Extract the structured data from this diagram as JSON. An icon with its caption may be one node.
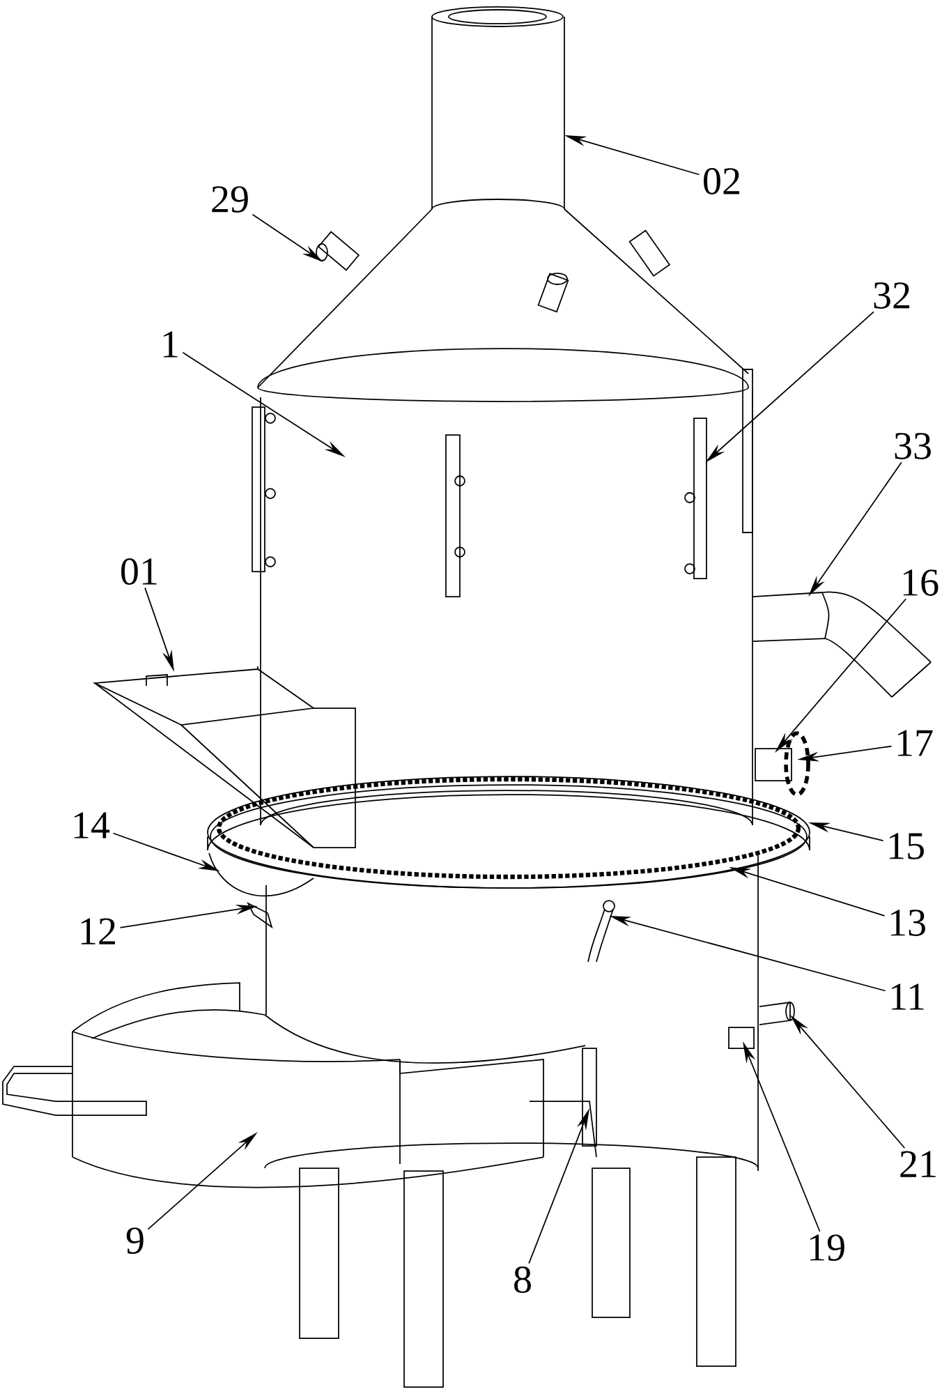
{
  "diagram": {
    "nodes": [
      {
        "text": [
          "02"
        ]
      },
      {
        "text": [
          "29"
        ]
      },
      {
        "text": [
          "32"
        ]
      },
      {
        "text": [
          "1"
        ]
      },
      {
        "text": [
          "33"
        ]
      },
      {
        "text": [
          "16"
        ]
      },
      {
        "text": [
          "01"
        ]
      },
      {
        "text": [
          "17"
        ]
      },
      {
        "text": [
          "14"
        ]
      },
      {
        "text": [
          "15"
        ]
      },
      {
        "text": [
          "12"
        ]
      },
      {
        "text": [
          "13"
        ]
      },
      {
        "text": [
          "11"
        ]
      },
      {
        "text": [
          "21"
        ]
      },
      {
        "text": [
          "19"
        ]
      },
      {
        "text": [
          "9"
        ]
      },
      {
        "text": [
          "8"
        ]
      }
    ],
    "edges": [
      {
        "from": 0,
        "to": null,
        "arrow": "to"
      },
      {
        "from": 1,
        "to": null,
        "arrow": "to"
      },
      {
        "from": 2,
        "to": null,
        "arrow": "to"
      },
      {
        "from": 3,
        "to": null,
        "arrow": "to"
      },
      {
        "from": 4,
        "to": null,
        "arrow": "to"
      },
      {
        "from": 5,
        "to": null,
        "arrow": "to"
      },
      {
        "from": 6,
        "to": null,
        "arrow": "to"
      },
      {
        "from": 7,
        "to": null,
        "arrow": "to"
      },
      {
        "from": 8,
        "to": null,
        "arrow": "to"
      },
      {
        "from": 9,
        "to": null,
        "arrow": "to"
      },
      {
        "from": 10,
        "to": null,
        "arrow": "to"
      },
      {
        "from": 11,
        "to": null,
        "arrow": "to"
      },
      {
        "from": 12,
        "to": null,
        "arrow": "to"
      },
      {
        "from": 13,
        "to": null,
        "arrow": "to"
      },
      {
        "from": 14,
        "to": null,
        "arrow": "to"
      },
      {
        "from": 15,
        "to": null,
        "arrow": "to"
      },
      {
        "from": 16,
        "to": null,
        "arrow": "to"
      }
    ]
  }
}
